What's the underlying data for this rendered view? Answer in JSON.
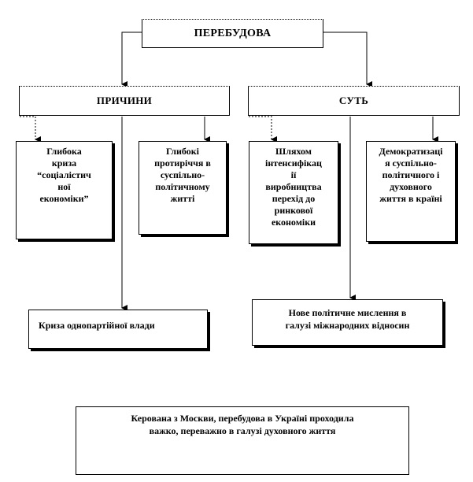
{
  "diagram": {
    "root": "ПЕРЕБУДОВА",
    "left_branch": {
      "title": "ПРИЧИНИ",
      "items": [
        [
          "Глибока",
          "криза",
          "“соціалістич",
          "ної",
          "економіки”"
        ],
        [
          "Глибокі",
          "протиріччя в",
          "суспільно-",
          "політичному",
          "житті"
        ]
      ],
      "bottom": "Криза однопартійної влади"
    },
    "right_branch": {
      "title": "СУТЬ",
      "items": [
        [
          "Шляхом",
          "інтенсифікац",
          "ії",
          "виробництва",
          "перехід до",
          "ринкової",
          "економіки"
        ],
        [
          "Демократизаці",
          "я суспільно-",
          "політичного і",
          "духовного",
          "життя в країні"
        ]
      ],
      "bottom": [
        "Нове політичне мислення в",
        "галузі міжнародних відносин"
      ]
    },
    "conclusion": [
      "Керована з Москви, перебудова в Україні проходила",
      "важко, переважно в галузі духовного життя"
    ]
  }
}
